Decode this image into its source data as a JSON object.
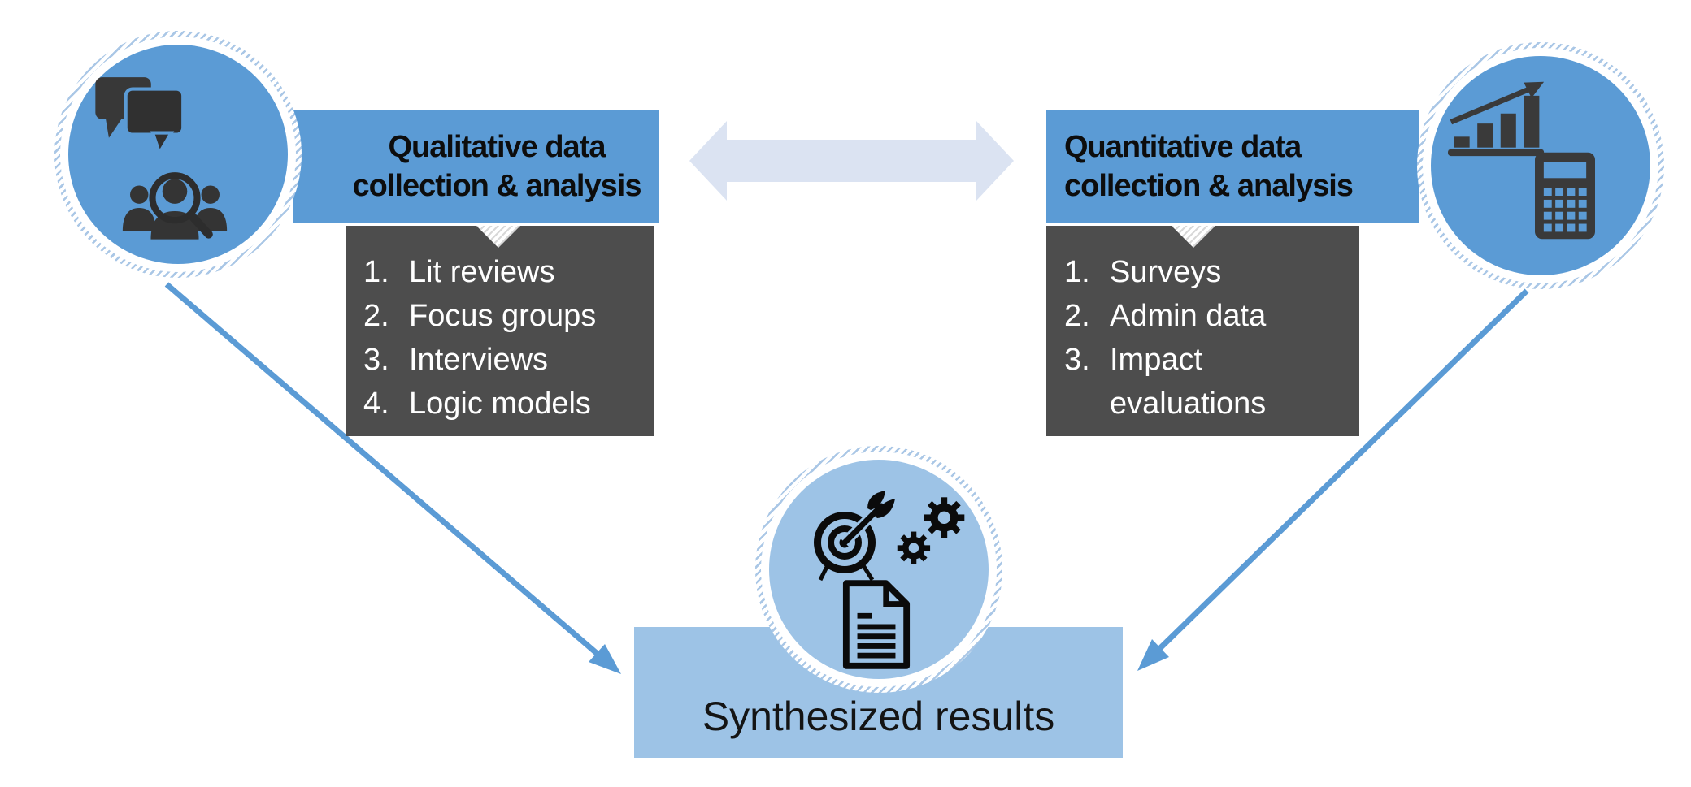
{
  "colors": {
    "accent_blue": "#5b9bd5",
    "light_blue": "#9dc3e6",
    "pale_arrow_blue": "#dbe3f2",
    "dark_panel": "#4d4d4d",
    "icon_dark_gray": "#3a3a3a",
    "icon_black": "#0d0d0d"
  },
  "qualitative": {
    "title_line1": "Qualitative data",
    "title_line2": "collection & analysis",
    "items": [
      {
        "num": "1.",
        "label": "Lit reviews"
      },
      {
        "num": "2.",
        "label": "Focus groups"
      },
      {
        "num": "3.",
        "label": "Interviews"
      },
      {
        "num": "4.",
        "label": "Logic models"
      }
    ],
    "icons": [
      "chat-bubbles-icon",
      "focus-group-search-icon"
    ]
  },
  "quantitative": {
    "title_line1": "Quantitative data",
    "title_line2": "collection & analysis",
    "items": [
      {
        "num": "1.",
        "label": "Surveys"
      },
      {
        "num": "2.",
        "label": "Admin data"
      },
      {
        "num": "3.",
        "label": "Impact evaluations"
      }
    ],
    "icons": [
      "bar-chart-growth-icon",
      "calculator-icon"
    ]
  },
  "results": {
    "label": "Synthesized results",
    "icons": [
      "target-dart-icon",
      "gears-icon",
      "document-icon"
    ]
  }
}
